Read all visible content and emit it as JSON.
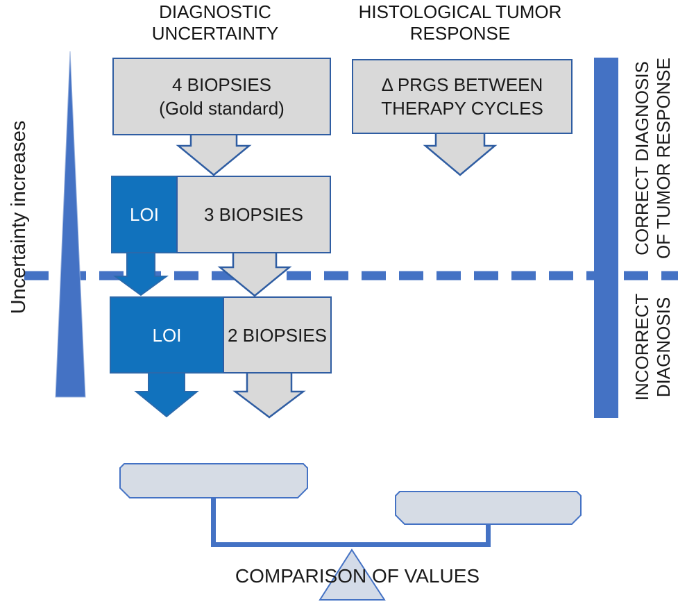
{
  "diagram_title": "Diagnostic uncertainty vs histological tumor response flow diagram",
  "colors": {
    "strong_blue": "#1172BD",
    "accent_blue": "#4472C4",
    "outline_blue": "#2F5DA2",
    "box_gray": "#D9D9D9",
    "light_panel": "#D6DCE5",
    "text": "#1A1A1A"
  },
  "headers": {
    "left": {
      "line1": "DIAGNOSTIC",
      "line2": "UNCERTAINTY"
    },
    "right": {
      "line1": "HISTOLOGICAL TUMOR",
      "line2": "RESPONSE"
    }
  },
  "left_axis": {
    "label": "Uncertainty increases"
  },
  "right_axis": {
    "top": {
      "line1": "CORRECT DIAGNOSIS",
      "line2": "OF TUMOR RESPONSE"
    },
    "bottom": {
      "line1": "INCORRECT",
      "line2": "DIAGNOSIS"
    }
  },
  "flow": {
    "gold_standard": {
      "line1": "4 BIOPSIES",
      "line2": "(Gold standard)"
    },
    "prgs": {
      "line1": "Δ PRGS BETWEEN",
      "line2": "THERAPY CYCLES"
    },
    "loi_row2": "LOI",
    "biopsies3": "3 BIOPSIES",
    "loi_row3": "LOI",
    "biopsies2": "2 BIOPSIES"
  },
  "bottom": {
    "comparison_label": "COMPARISON OF VALUES"
  }
}
